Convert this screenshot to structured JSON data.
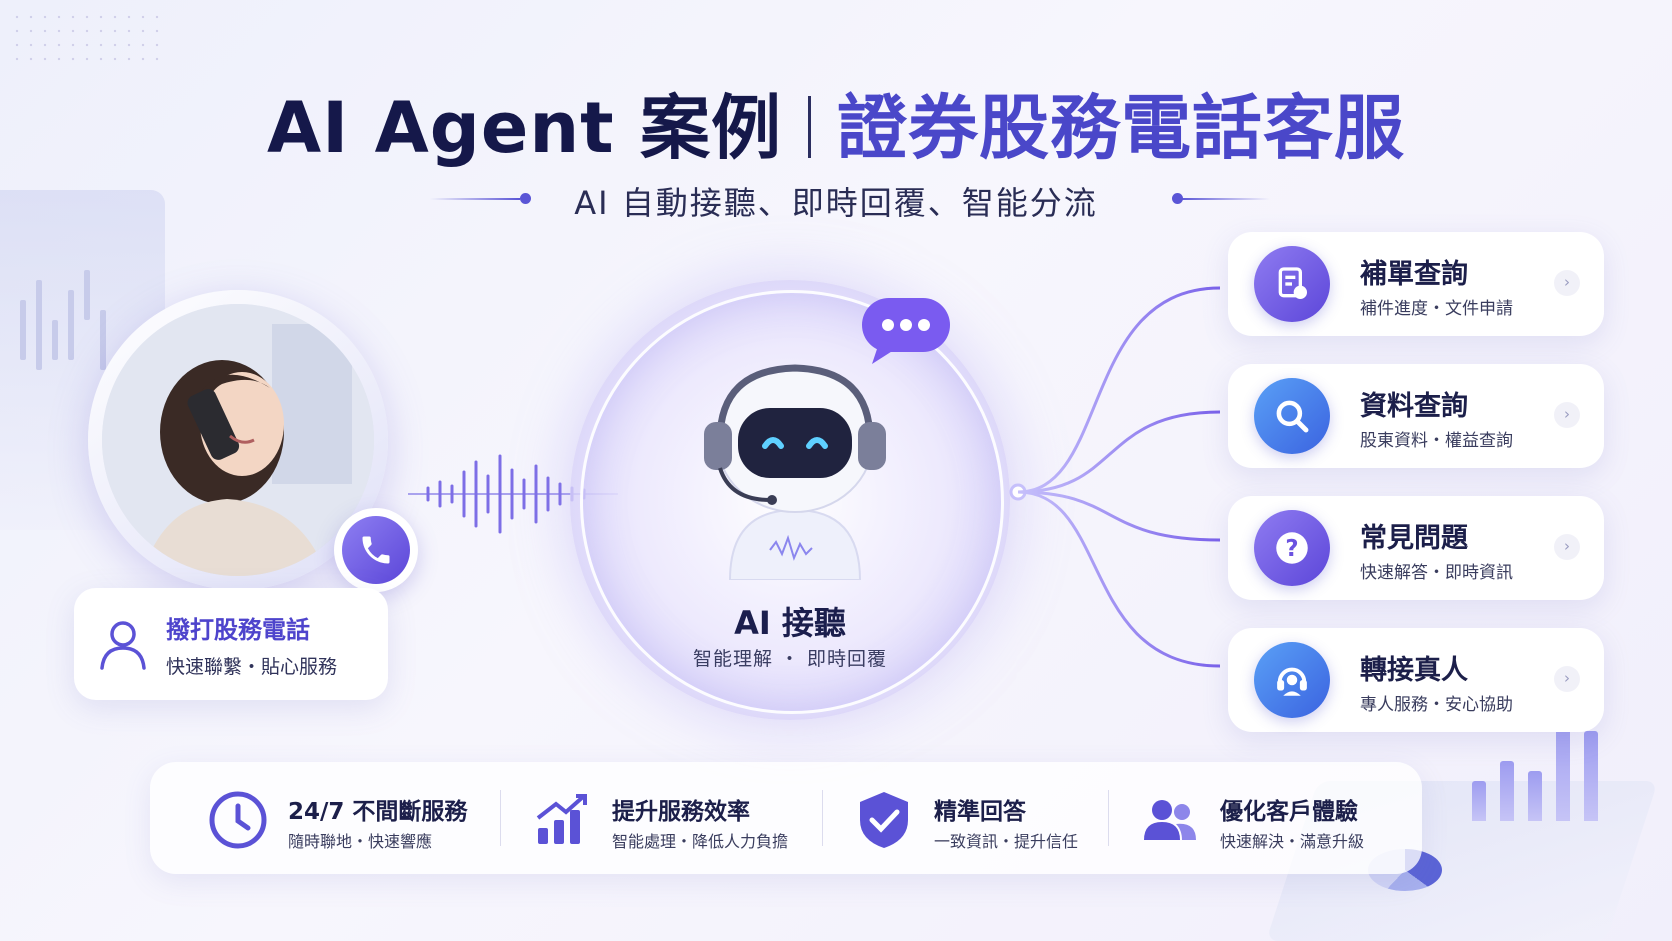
{
  "header": {
    "title_part1": "AI Agent 案例",
    "title_part2": "證券股務電話客服",
    "subtitle": "AI 自動接聽、即時回覆、智能分流"
  },
  "caller": {
    "title": "撥打股務電話",
    "subtitle": "快速聯繫・貼心服務",
    "icons": [
      "phone-icon",
      "user-icon"
    ]
  },
  "ai": {
    "title": "AI 接聽",
    "subtitle": "智能理解 ・ 即時回覆",
    "icons": [
      "robot-icon",
      "chat-bubble-icon"
    ]
  },
  "options": [
    {
      "title": "補單查詢",
      "subtitle": "補件進度・文件申請",
      "icon": "document-icon",
      "color": "#6b52e0"
    },
    {
      "title": "資料查詢",
      "subtitle": "股東資料・權益查詢",
      "icon": "search-icon",
      "color": "#3f6ee6"
    },
    {
      "title": "常見問題",
      "subtitle": "快速解答・即時資訊",
      "icon": "question-icon",
      "color": "#6b52e0"
    },
    {
      "title": "轉接真人",
      "subtitle": "專人服務・安心協助",
      "icon": "headset-icon",
      "color": "#3f6ee6"
    }
  ],
  "features": [
    {
      "title": "24/7 不間斷服務",
      "subtitle": "隨時聯地・快速響應",
      "icon": "clock-icon"
    },
    {
      "title": "提升服務效率",
      "subtitle": "智能處理・降低人力負擔",
      "icon": "growth-chart-icon"
    },
    {
      "title": "精準回答",
      "subtitle": "一致資訊・提升信任",
      "icon": "shield-check-icon"
    },
    {
      "title": "優化客戶體驗",
      "subtitle": "快速解決・滿意升級",
      "icon": "users-icon"
    }
  ],
  "colors": {
    "accent": "#4a47c9",
    "purple": "#6b52e0",
    "blue": "#3f6ee6",
    "dark": "#15184a"
  }
}
